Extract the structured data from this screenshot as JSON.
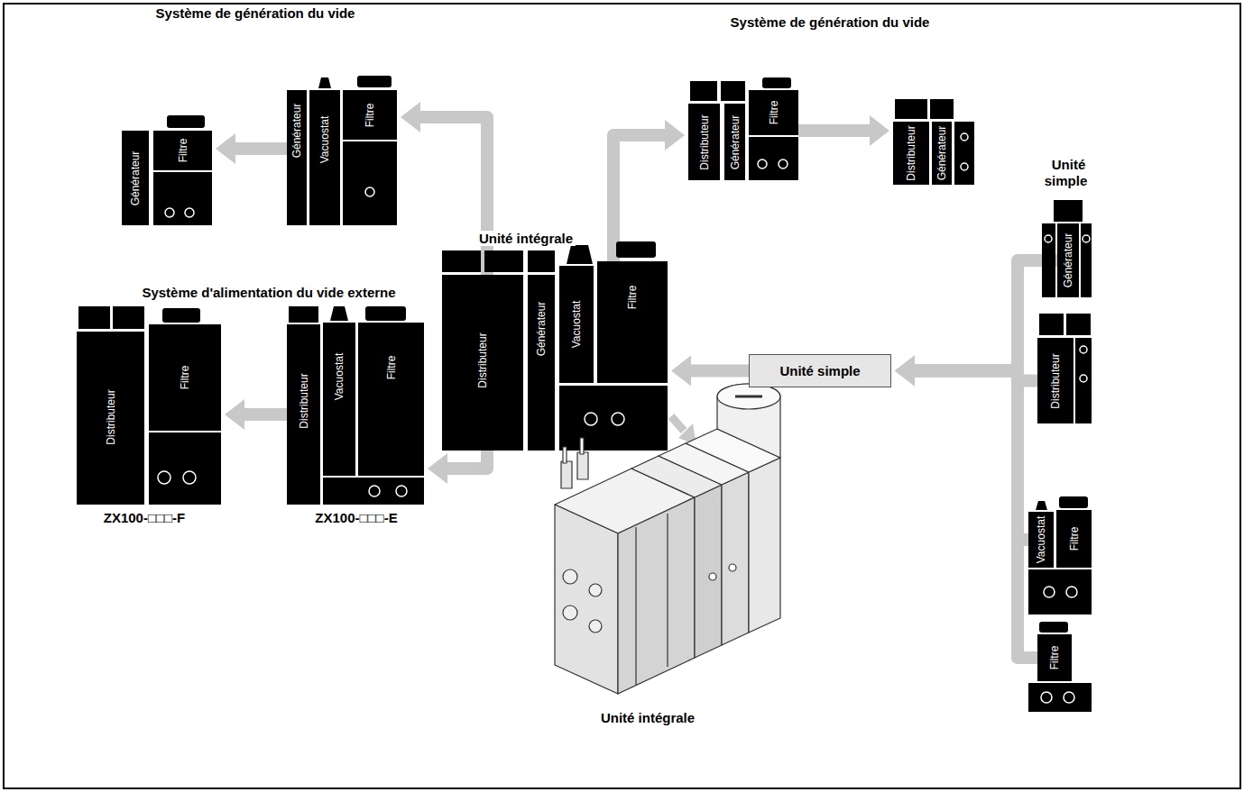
{
  "diagram": {
    "nodes": [
      {
        "text": [
          "Générateur"
        ]
      },
      {
        "text": [
          "Filtre"
        ]
      },
      {
        "text": [
          "Générateur"
        ]
      },
      {
        "text": [
          "Vacuostat"
        ]
      },
      {
        "text": [
          "Filtre"
        ]
      },
      {
        "text": [
          "Distributeur"
        ]
      },
      {
        "text": [
          "Générateur"
        ]
      },
      {
        "text": [
          "Filtre"
        ]
      },
      {
        "text": [
          "Distributeur"
        ]
      },
      {
        "text": [
          "Générateur"
        ]
      },
      {
        "text": [
          "Générateur"
        ]
      },
      {
        "text": [
          "Distributeur"
        ]
      },
      {
        "text": [
          "Générateur"
        ]
      },
      {
        "text": [
          "Vacuostat"
        ]
      },
      {
        "text": [
          "Filtre"
        ]
      },
      {
        "text": [
          "Unité simple"
        ]
      },
      {
        "text": [
          "Distributeur"
        ]
      },
      {
        "text": [
          "Vacuostat"
        ]
      },
      {
        "text": [
          "Filtre"
        ]
      },
      {
        "text": [
          "Filtre"
        ]
      },
      {
        "text": [
          "Distributeur"
        ]
      },
      {
        "text": [
          "Filtre"
        ]
      },
      {
        "text": [
          "Distributeur"
        ]
      },
      {
        "text": [
          "Vacuostat"
        ]
      },
      {
        "text": [
          "Filtre"
        ]
      }
    ],
    "edges": [
      {
        "from": 11,
        "to": 4,
        "arrow": "to"
      },
      {
        "from": 2,
        "to": 1,
        "arrow": "to"
      },
      {
        "from": 14,
        "to": 5,
        "arrow": "to"
      },
      {
        "from": 7,
        "to": 8,
        "arrow": "to"
      },
      {
        "from": 11,
        "to": 24,
        "arrow": "to"
      },
      {
        "from": 22,
        "to": 21,
        "arrow": "to"
      },
      {
        "from": 15,
        "to": 14,
        "arrow": "to"
      },
      {
        "from": 10,
        "to": 15,
        "arrow": "to"
      },
      {
        "from": 16,
        "to": 15,
        "arrow": "to"
      },
      {
        "from": 17,
        "to": 15,
        "arrow": "to"
      },
      {
        "from": 19,
        "to": 15,
        "arrow": "to"
      }
    ],
    "labels": [
      "Système de génération du vide",
      "Système de génération du vide",
      "Unité simple",
      "Unité intégrale",
      "Système d'alimentation du vide externe",
      "ZX100-□□□-F",
      "ZX100-□□□-E",
      "Unité intégrale"
    ]
  }
}
